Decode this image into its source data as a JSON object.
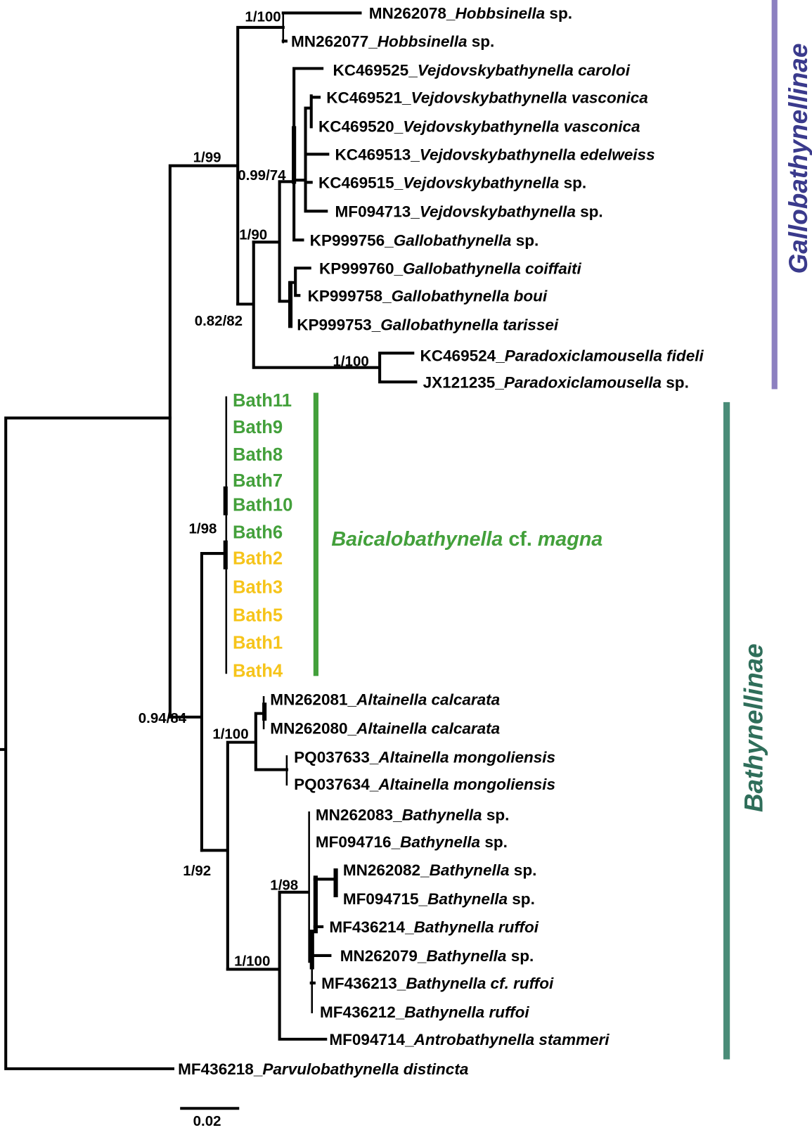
{
  "tree": {
    "leaves": [
      {
        "acc": "MN262078_",
        "genus": "Hobbsinella",
        "ep": " sp.",
        "ep_italic": false
      },
      {
        "acc": "MN262077_",
        "genus": "Hobbsinella",
        "ep": " sp.",
        "ep_italic": false
      },
      {
        "acc": "KC469525_",
        "genus": "Vejdovskybathynella",
        "ep": " caroloi",
        "ep_italic": true
      },
      {
        "acc": "KC469521_",
        "genus": "Vejdovskybathynella",
        "ep": " vasconica",
        "ep_italic": true
      },
      {
        "acc": "KC469520_",
        "genus": "Vejdovskybathynella",
        "ep": " vasconica",
        "ep_italic": true
      },
      {
        "acc": "KC469513_",
        "genus": "Vejdovskybathynella",
        "ep": " edelweiss",
        "ep_italic": true
      },
      {
        "acc": "KC469515_",
        "genus": "Vejdovskybathynella",
        "ep": " sp.",
        "ep_italic": false
      },
      {
        "acc": "MF094713_",
        "genus": "Vejdovskybathynella",
        "ep": " sp.",
        "ep_italic": false
      },
      {
        "acc": "KP999756_",
        "genus": "Gallobathynella",
        "ep": " sp.",
        "ep_italic": false
      },
      {
        "acc": "KP999760_",
        "genus": "Gallobathynella",
        "ep": " coiffaiti",
        "ep_italic": true
      },
      {
        "acc": "KP999758_",
        "genus": "Gallobathynella",
        "ep": " boui",
        "ep_italic": true
      },
      {
        "acc": "KP999753_",
        "genus": "Gallobathynella",
        "ep": " tarissei",
        "ep_italic": true
      },
      {
        "acc": "KC469524_",
        "genus": "Paradoxiclamousella",
        "ep": " fideli",
        "ep_italic": true
      },
      {
        "acc": "JX121235_",
        "genus": "Paradoxiclamousella",
        "ep": " sp.",
        "ep_italic": false
      },
      {
        "acc": "MN262081_",
        "genus": "Altainella",
        "ep": " calcarata",
        "ep_italic": true
      },
      {
        "acc": "MN262080_",
        "genus": "Altainella",
        "ep": " calcarata",
        "ep_italic": true
      },
      {
        "acc": "PQ037633_",
        "genus": "Altainella",
        "ep": " mongoliensis",
        "ep_italic": true
      },
      {
        "acc": "PQ037634_",
        "genus": "Altainella",
        "ep": " mongoliensis",
        "ep_italic": true
      },
      {
        "acc": "MN262083_",
        "genus": "Bathynella",
        "ep": " sp.",
        "ep_italic": false
      },
      {
        "acc": "MF094716_",
        "genus": "Bathynella",
        "ep": " sp.",
        "ep_italic": false
      },
      {
        "acc": "MN262082_",
        "genus": "Bathynella",
        "ep": " sp.",
        "ep_italic": false
      },
      {
        "acc": "MF094715_",
        "genus": "Bathynella",
        "ep": " sp.",
        "ep_italic": false
      },
      {
        "acc": "MF436214_",
        "genus": "Bathynella",
        "ep": " ruffoi",
        "ep_italic": true
      },
      {
        "acc": "MN262079_",
        "genus": "Bathynella",
        "ep": " sp.",
        "ep_italic": false
      },
      {
        "acc": "MF436213_",
        "genus": "Bathynella",
        "ep": " cf. ruffoi",
        "ep_italic": true
      },
      {
        "acc": "MF436212_",
        "genus": "Bathynella",
        "ep": " ruffoi",
        "ep_italic": true
      },
      {
        "acc": "MF094714_",
        "genus": "Antrobathynella",
        "ep": " stammeri",
        "ep_italic": true
      },
      {
        "acc": "MF436218_",
        "genus": "Parvulobathynella",
        "ep": " distincta",
        "ep_italic": true
      }
    ],
    "samples": [
      {
        "label": "Bath11",
        "group": "green"
      },
      {
        "label": "Bath9",
        "group": "green"
      },
      {
        "label": "Bath8",
        "group": "green"
      },
      {
        "label": "Bath7",
        "group": "green"
      },
      {
        "label": "Bath10",
        "group": "green"
      },
      {
        "label": "Bath6",
        "group": "green"
      },
      {
        "label": "Bath2",
        "group": "yellow"
      },
      {
        "label": "Bath3",
        "group": "yellow"
      },
      {
        "label": "Bath5",
        "group": "yellow"
      },
      {
        "label": "Bath1",
        "group": "yellow"
      },
      {
        "label": "Bath4",
        "group": "yellow"
      }
    ],
    "supports": [
      "1/100",
      "1/99",
      "0.99/74",
      "1/90",
      "0.82/82",
      "1/100",
      "1/98",
      "0.94/84",
      "1/100",
      "1/92",
      "1/98",
      "1/100"
    ],
    "clades": {
      "baikal_genus": "Baicalobathynella",
      "baikal_rest": " cf. ",
      "baikal_species": "magna",
      "subfamily_top": "Gallobathynellinae",
      "subfamily_bottom": "Bathynellinae"
    },
    "scale_label": "0.02"
  },
  "colors": {
    "green": "#43a03b",
    "yellow": "#f6c41a",
    "gallo_bar": "#8c80c0",
    "gallo_text": "#3a3a8c",
    "bathy_bar": "#4a8c78",
    "bathy_text": "#2f6e5a"
  }
}
